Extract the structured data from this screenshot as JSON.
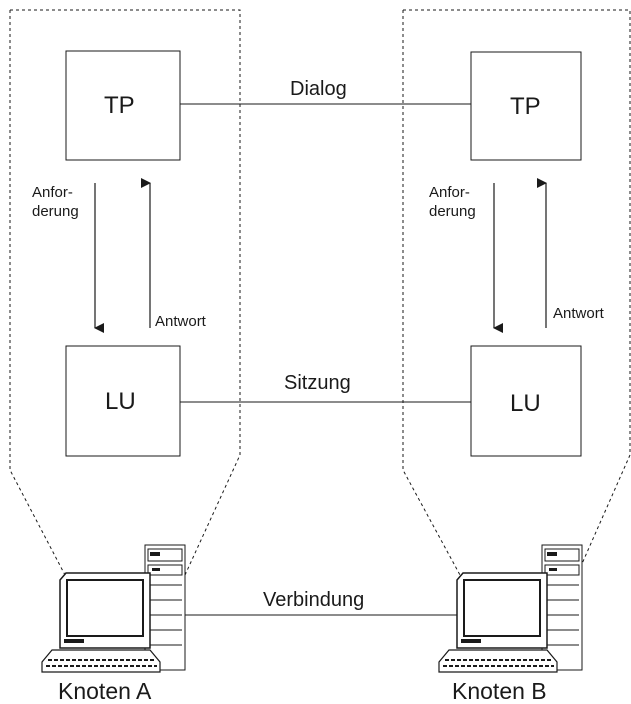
{
  "node_a": {
    "tp_label": "TP",
    "lu_label": "LU",
    "request_label_line1": "Anfor-",
    "request_label_line2": "derung",
    "response_label": "Antwort",
    "node_label": "Knoten A"
  },
  "node_b": {
    "tp_label": "TP",
    "lu_label": "LU",
    "request_label_line1": "Anfor-",
    "request_label_line2": "derung",
    "response_label": "Antwort",
    "node_label": "Knoten B"
  },
  "links": {
    "dialog": "Dialog",
    "session": "Sitzung",
    "connection": "Verbindung"
  },
  "colors": {
    "stroke": "#1a1a1a",
    "screen": "#ffffff",
    "background": "#ffffff"
  },
  "icons": {
    "computer": "desktop-computer-icon"
  }
}
